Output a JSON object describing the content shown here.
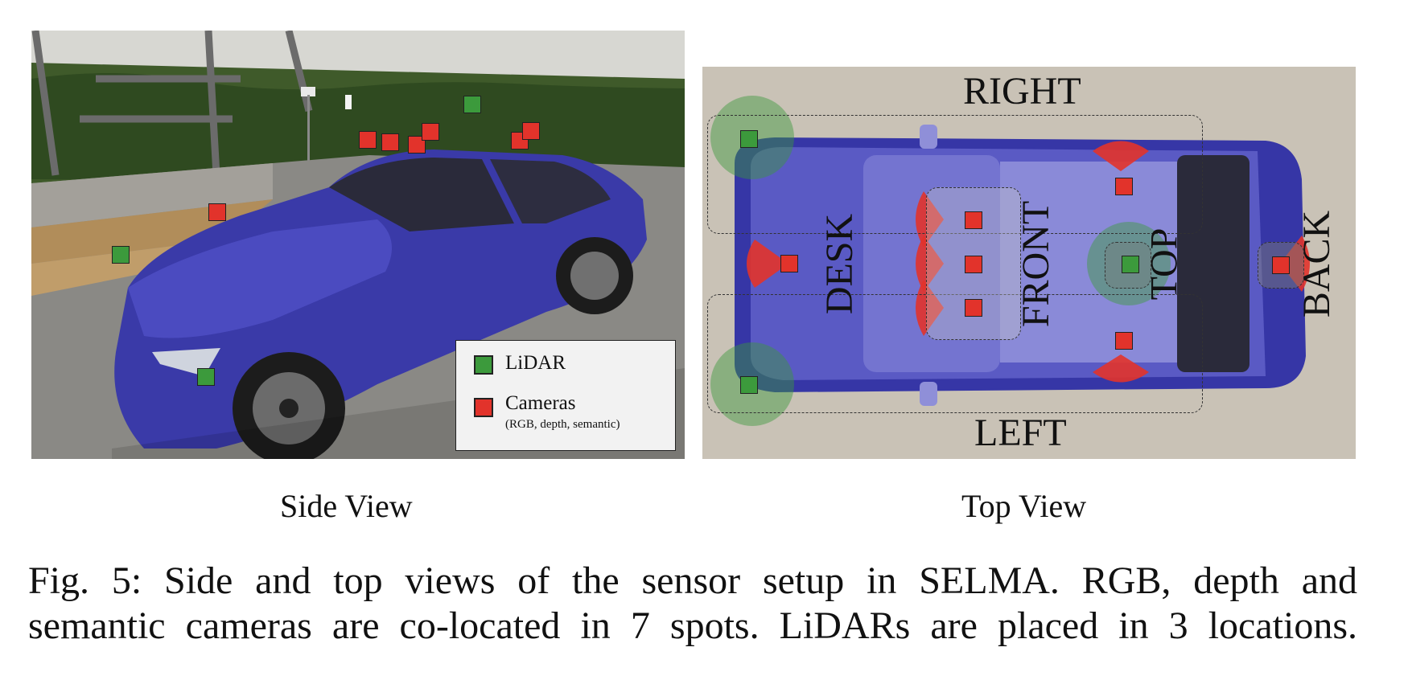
{
  "colors": {
    "lidar": "#3c9a3c",
    "camera": "#e2332b",
    "car": "#3a3aa8"
  },
  "side_view": {
    "subcaption": "Side View",
    "legend": {
      "lidar_label": "LiDAR",
      "cameras_label": "Cameras",
      "cameras_sub": "(RGB, depth, semantic)"
    }
  },
  "top_view": {
    "subcaption": "Top View",
    "zones": {
      "right": "RIGHT",
      "left": "LEFT",
      "desk": "DESK",
      "front": "FRONT",
      "top": "TOP",
      "back": "BACK"
    }
  },
  "caption": {
    "line1": "Fig. 5: Side and top views of the sensor setup in SELMA. RGB, depth and",
    "line2": "semantic cameras are co-located in 7 spots. LiDARs are placed in 3 locations."
  }
}
